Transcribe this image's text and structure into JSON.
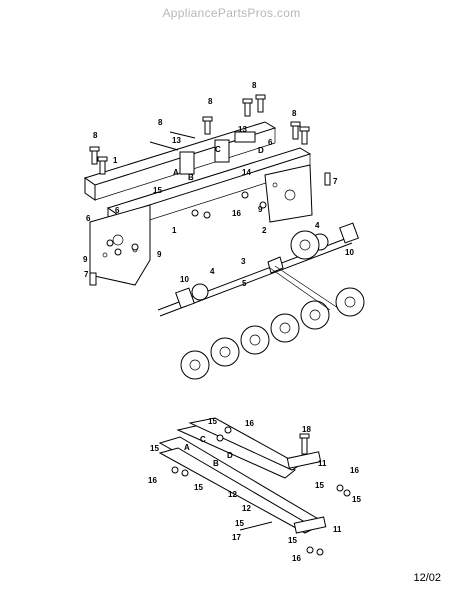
{
  "watermark": "AppliancePartsPros.com",
  "date_code": "12/02",
  "upper_callouts": [
    "8",
    "8",
    "8",
    "8",
    "8",
    "13",
    "13",
    "14",
    "6",
    "1",
    "1",
    "6",
    "15",
    "16",
    "A",
    "B",
    "C",
    "D",
    "7",
    "9",
    "9",
    "9",
    "6",
    "2",
    "4",
    "10",
    "3",
    "4",
    "5",
    "10",
    "7"
  ],
  "lower_callouts": [
    "15",
    "16",
    "C",
    "A",
    "15",
    "16",
    "D",
    "B",
    "15",
    "12",
    "18",
    "11",
    "16",
    "15",
    "15",
    "15",
    "17",
    "11",
    "15",
    "16",
    "12"
  ]
}
